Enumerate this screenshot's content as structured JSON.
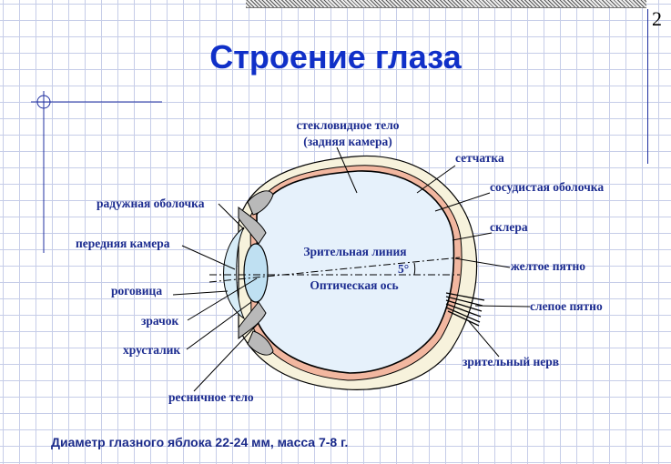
{
  "page_number": "2",
  "title": "Строение глаза",
  "footer": "Диаметр глазного яблока 22-24 мм, масса 7-8 г.",
  "labels": {
    "vitreous_line1": "стекловидное тело",
    "vitreous_line2": "(задняя камера)",
    "retina": "сетчатка",
    "choroid": "сосудистая оболочка",
    "iris": "радужная оболочка",
    "anterior_chamber": "передняя камера",
    "sclera": "склера",
    "visual_line": "Зрительная линия",
    "angle": "5°",
    "macula": "желтое пятно",
    "cornea": "роговица",
    "optical_axis": "Оптическая ось",
    "blind_spot": "слепое пятно",
    "pupil": "зрачок",
    "lens": "хрусталик",
    "optic_nerve": "зрительный нерв",
    "ciliary_body": "ресничное тело"
  },
  "colors": {
    "title": "#1030c8",
    "labels": "#1c2c90",
    "vitreous": "#e6f1fb",
    "choroid": "#f2b7a0",
    "sclera": "#f7f2dc",
    "iris": "#b9b9b9",
    "lens": "#bfe0f2"
  }
}
